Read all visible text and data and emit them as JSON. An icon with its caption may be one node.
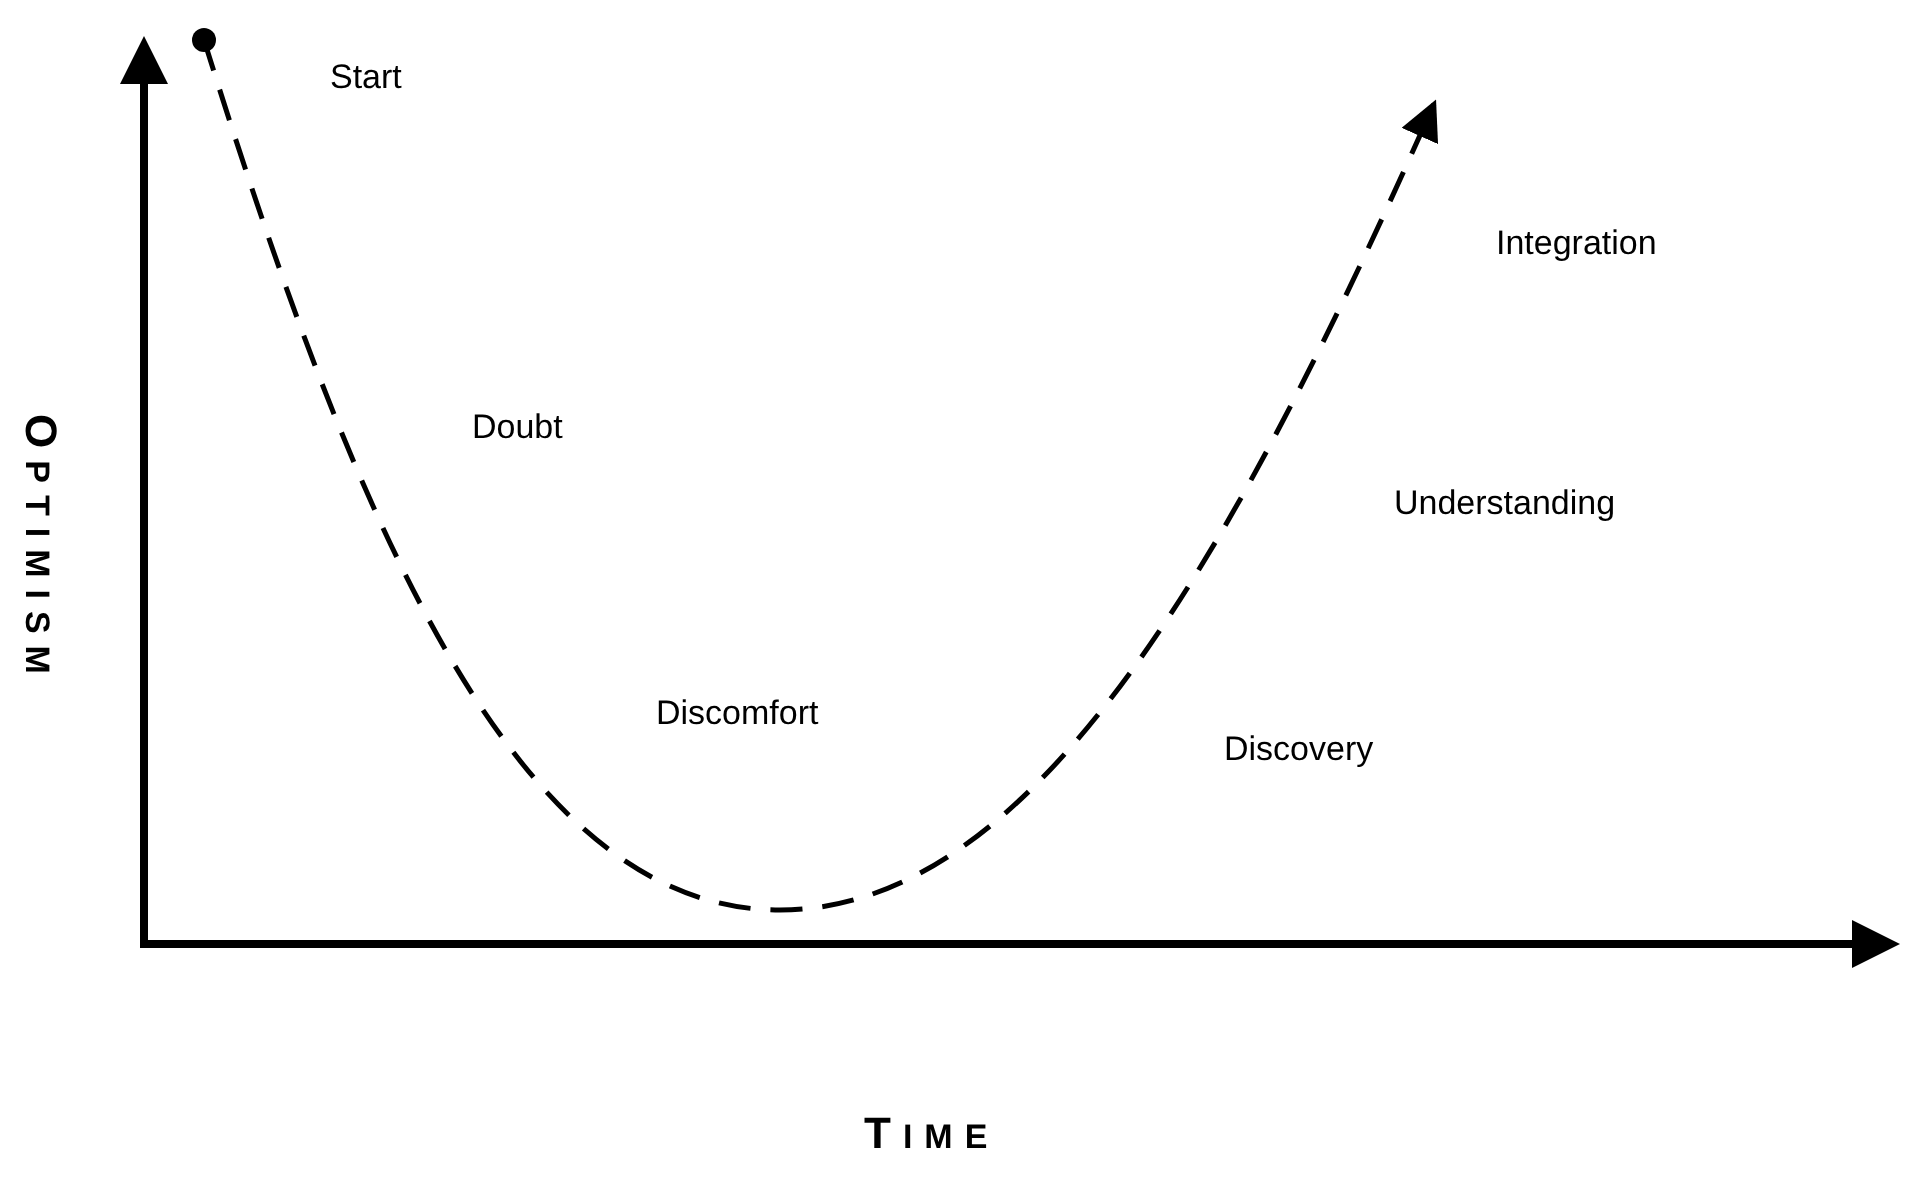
{
  "diagram": {
    "labels": [
      "Start",
      "Integration",
      "Doubt",
      "Understanding",
      "Discomfort",
      "Discovery",
      "OPTIMISM",
      "TIME"
    ]
  }
}
